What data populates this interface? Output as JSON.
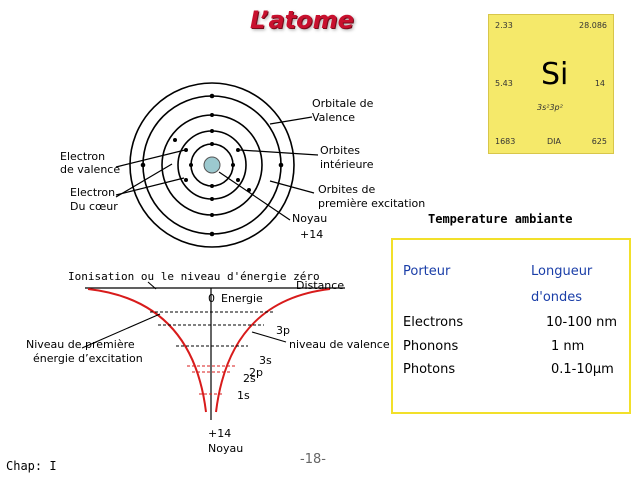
{
  "title": "L’atome",
  "periodic": {
    "top_left": "2.33",
    "top_right": "28.086",
    "mid_left": "5.43",
    "mid_right": "14",
    "symbol": "Si",
    "config": "3s²3p²",
    "bot_left": "1683",
    "bot_mid": "DIA",
    "bot_right": "625",
    "color": "#f5e96a"
  },
  "atom": {
    "electron_valence": [
      "Electron",
      "de valence"
    ],
    "electron_coeur": [
      "Electron",
      "Du cœur"
    ],
    "orbitale_valence": [
      "Orbitale de",
      "Valence"
    ],
    "orbites_int": [
      "Orbites",
      "intérieure"
    ],
    "orbites_exc": [
      "Orbites de",
      "première excitation"
    ],
    "noyau": [
      "Noyau",
      "+14"
    ]
  },
  "energy": {
    "ionisation": "Ionisation ou le niveau d'énergie zéro",
    "distance": "Distance",
    "zero": "0",
    "energie": "Energie",
    "level_3p": "3p",
    "level_3s": "3s",
    "level_2p": "2p",
    "level_2s": "2s",
    "level_1s": "1s",
    "niveau_valence": "niveau de valence",
    "niveau_excitation": [
      "Niveau de première",
      "énergie d’excitation"
    ],
    "noyau": [
      "+14",
      "Noyau"
    ]
  },
  "temperature": "Temperature ambiante",
  "table": {
    "col1": "Porteur",
    "col2": [
      "Longueur",
      "d'ondes"
    ],
    "rows": [
      {
        "porteur": "Electrons",
        "longueur": "10-100 nm"
      },
      {
        "porteur": "Phonons",
        "longueur": "1 nm"
      },
      {
        "porteur": "Photons",
        "longueur": "0.1-10μm"
      }
    ]
  },
  "footer": {
    "chap": "Chap: I",
    "page": "-18-"
  },
  "colors": {
    "title": "#c8102e",
    "curve_red": "#d81b1b",
    "box_border": "#f2e02a",
    "table_header": "#1a3ea8",
    "nucleus": "#9cc9cf"
  }
}
